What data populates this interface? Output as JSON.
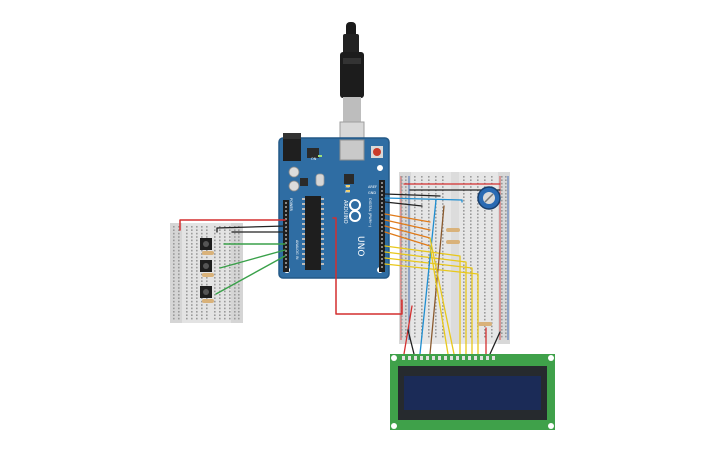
{
  "arduino": {
    "brand": "ARDUINO",
    "model": "UNO",
    "header_analog": "ANALOG IN",
    "header_power": "POWER",
    "header_digital": "DIGITAL (PWM~)",
    "label_aref": "AREF",
    "label_gnd": "GND",
    "label_tx": "TX",
    "label_rx": "RX",
    "label_on": "ON"
  },
  "colors": {
    "board": "#2f6da3",
    "board_dark": "#245987",
    "breadboard": "#e6e6e6",
    "breadboard_rail": "#d9d9d9",
    "lcd_pcb": "#3fa14a",
    "lcd_bezel": "#262a2e",
    "lcd_screen": "#1b2b57",
    "wire_red": "#d42f2f",
    "wire_black": "#222222",
    "wire_green": "#3aa14a",
    "wire_yellow": "#e8c81c",
    "wire_orange": "#e07b1a",
    "wire_blue": "#1f8ed0",
    "wire_brown": "#8a5a2e",
    "pot_body": "#2a6ab3"
  },
  "components": {
    "usb_cable": "usb-cable-icon",
    "potentiometer": "potentiometer-icon",
    "pushbutton": "pushbutton-icon",
    "resistor": "resistor-icon",
    "lcd": "lcd-16x2-icon"
  }
}
